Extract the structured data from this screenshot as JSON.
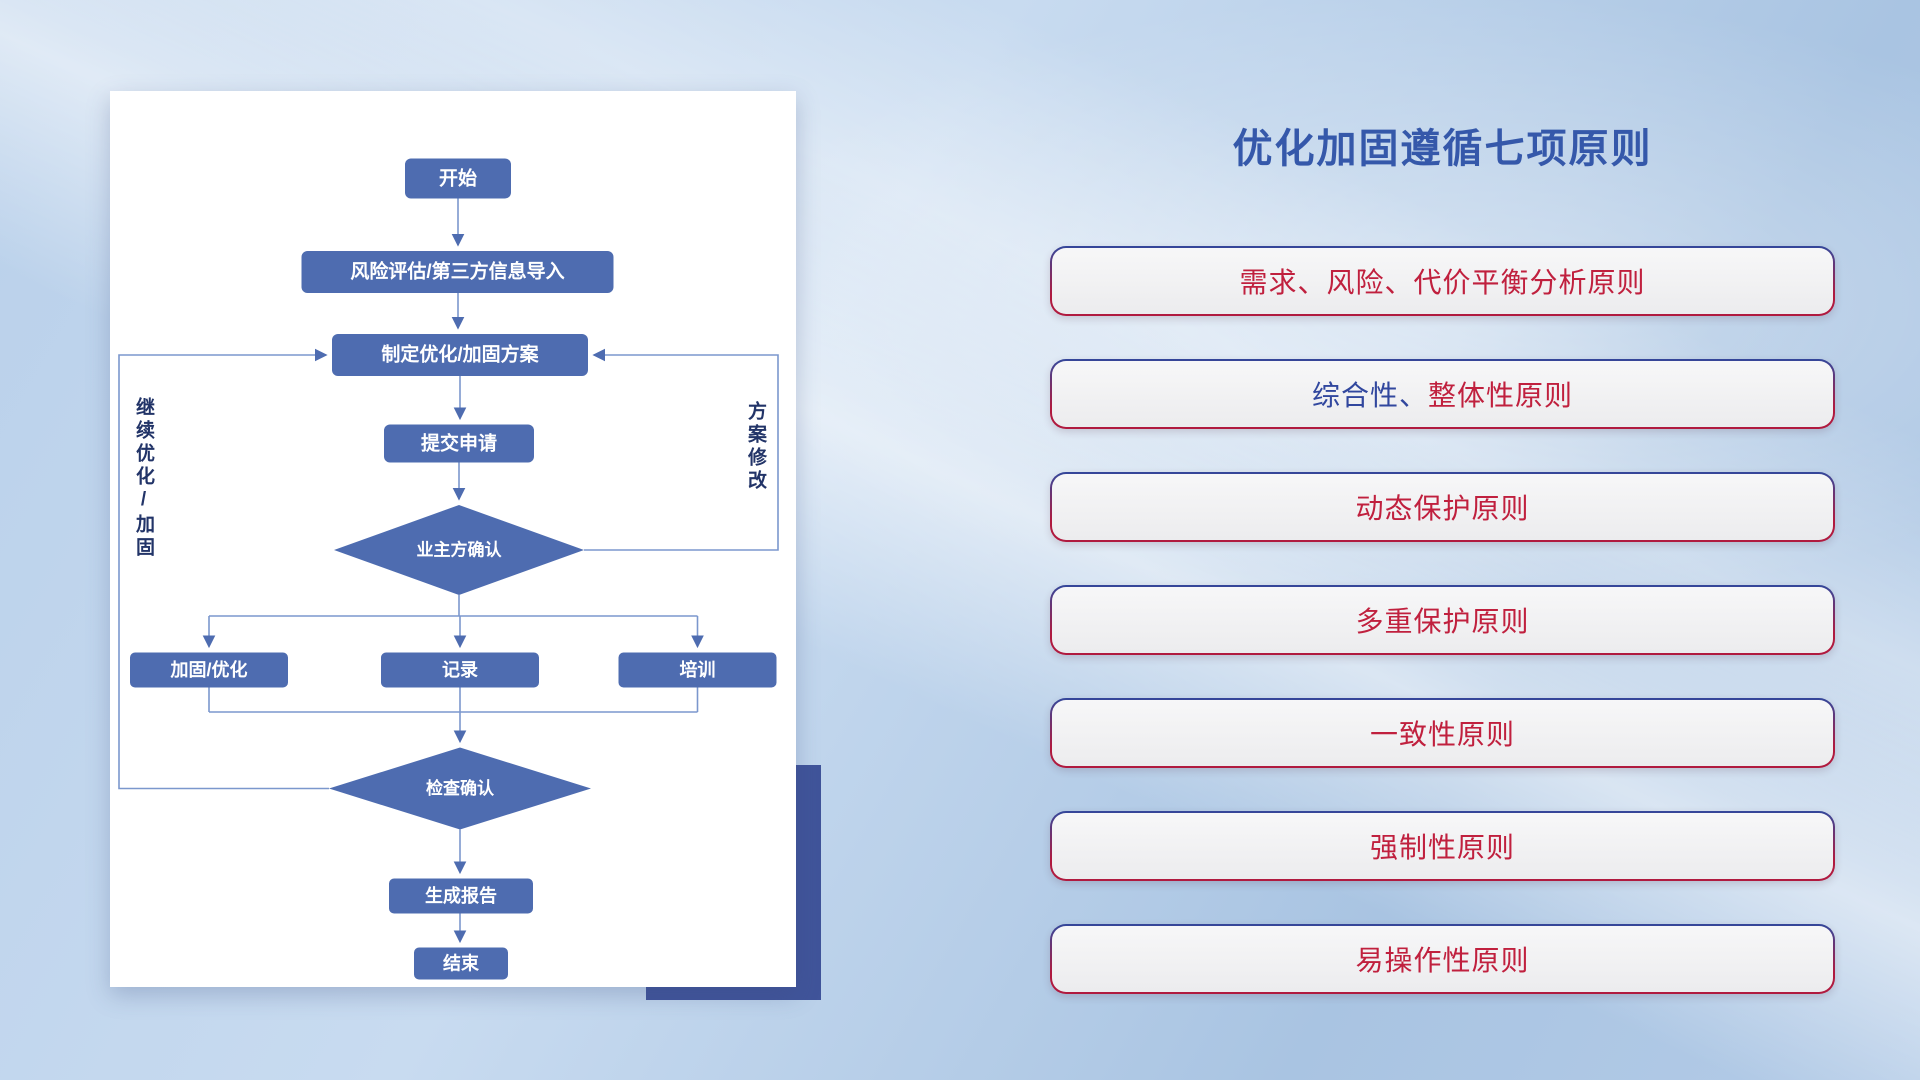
{
  "colors": {
    "flow_node_blue": "#4e6cb0",
    "flow_line_blue": "#7b97cd",
    "principle_red": "#c0203e",
    "principle_navy": "#31479e",
    "title_blue": "#3558aa",
    "shadow_rect_navy": "#40549a"
  },
  "flowchart": {
    "nodes": {
      "start": "开始",
      "risk": "风险评估/第三方信息导入",
      "plan": "制定优化/加固方案",
      "submit": "提交申请",
      "owner_confirm": "业主方确认",
      "reinforce": "加固/优化",
      "record": "记录",
      "training": "培训",
      "check_confirm": "检查确认",
      "report": "生成报告",
      "end": "结束"
    },
    "loop_labels": {
      "left": "继续优化/加固",
      "right": "方案修改"
    }
  },
  "panel": {
    "title": "优化加固遵循七项原则",
    "principles": [
      {
        "segments": [
          {
            "text": "需求、风险、代价平衡分析原则",
            "color": "#c0203e"
          }
        ]
      },
      {
        "segments": [
          {
            "text": "综合性、",
            "color": "#31479e"
          },
          {
            "text": "整体性原则",
            "color": "#c0203e"
          }
        ]
      },
      {
        "segments": [
          {
            "text": "动态保护原则",
            "color": "#c0203e"
          }
        ]
      },
      {
        "segments": [
          {
            "text": "多重保护原则",
            "color": "#c0203e"
          }
        ]
      },
      {
        "segments": [
          {
            "text": "一致性原则",
            "color": "#c0203e"
          }
        ]
      },
      {
        "segments": [
          {
            "text": "强制性原则",
            "color": "#c0203e"
          }
        ]
      },
      {
        "segments": [
          {
            "text": "易操作性原则",
            "color": "#c0203e"
          }
        ]
      }
    ]
  }
}
